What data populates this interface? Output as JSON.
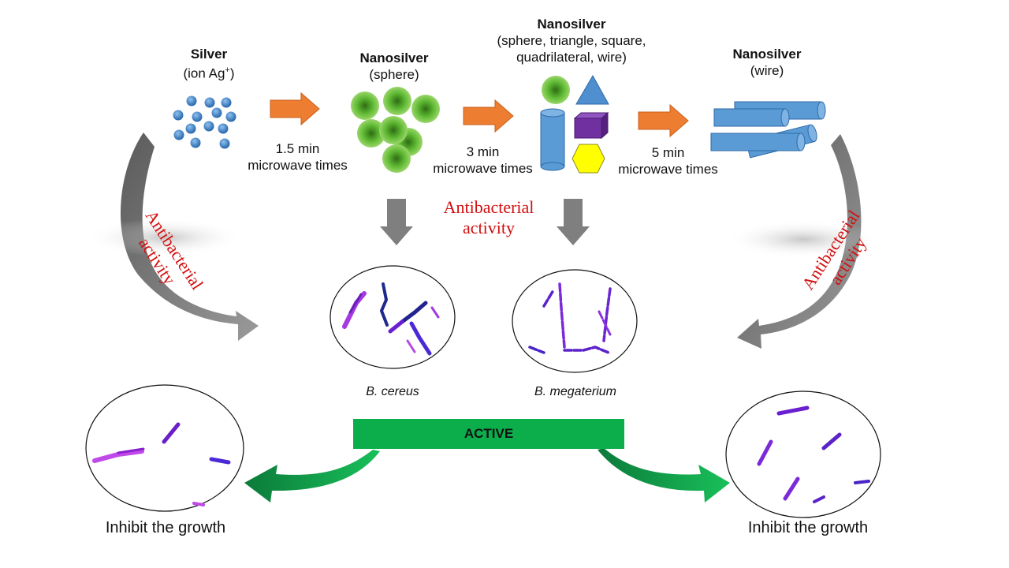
{
  "stages": [
    {
      "title": "Silver",
      "subtitle_pre": "(ion Ag",
      "subtitle_sup": "+",
      "subtitle_post": ")"
    },
    {
      "title": "Nanosilver",
      "subtitle": "(sphere)"
    },
    {
      "title": "Nanosilver",
      "subtitle_line1": "(sphere, triangle, square,",
      "subtitle_line2": "quadrilateral, wire)"
    },
    {
      "title": "Nanosilver",
      "subtitle": "(wire)"
    }
  ],
  "steps": [
    {
      "time": "1.5 min",
      "label": "microwave times"
    },
    {
      "time": "3 min",
      "label": "microwave times"
    },
    {
      "time": "5 min",
      "label": "microwave times"
    }
  ],
  "antibacterial": {
    "line1": "Antibacterial",
    "line2": "activity"
  },
  "bacteria": {
    "left": "B. cereus",
    "right": "B. megaterium"
  },
  "active_label": "ACTIVE",
  "result_left": "Inhibit the growth",
  "result_right": "Inhibit the growth",
  "colors": {
    "arrow_orange": "#ed7d31",
    "arrow_gray": "#808080",
    "active_green": "#0cae4c",
    "sphere_green": "#5db832",
    "ion_blue": "#3a7dc0",
    "shape_blue": "#5b9bd5",
    "cube_purple": "#7030a0",
    "hex_yellow": "#ffff00",
    "red_text": "#d20f0f",
    "bacteria_purple": "#8a1fd0"
  }
}
